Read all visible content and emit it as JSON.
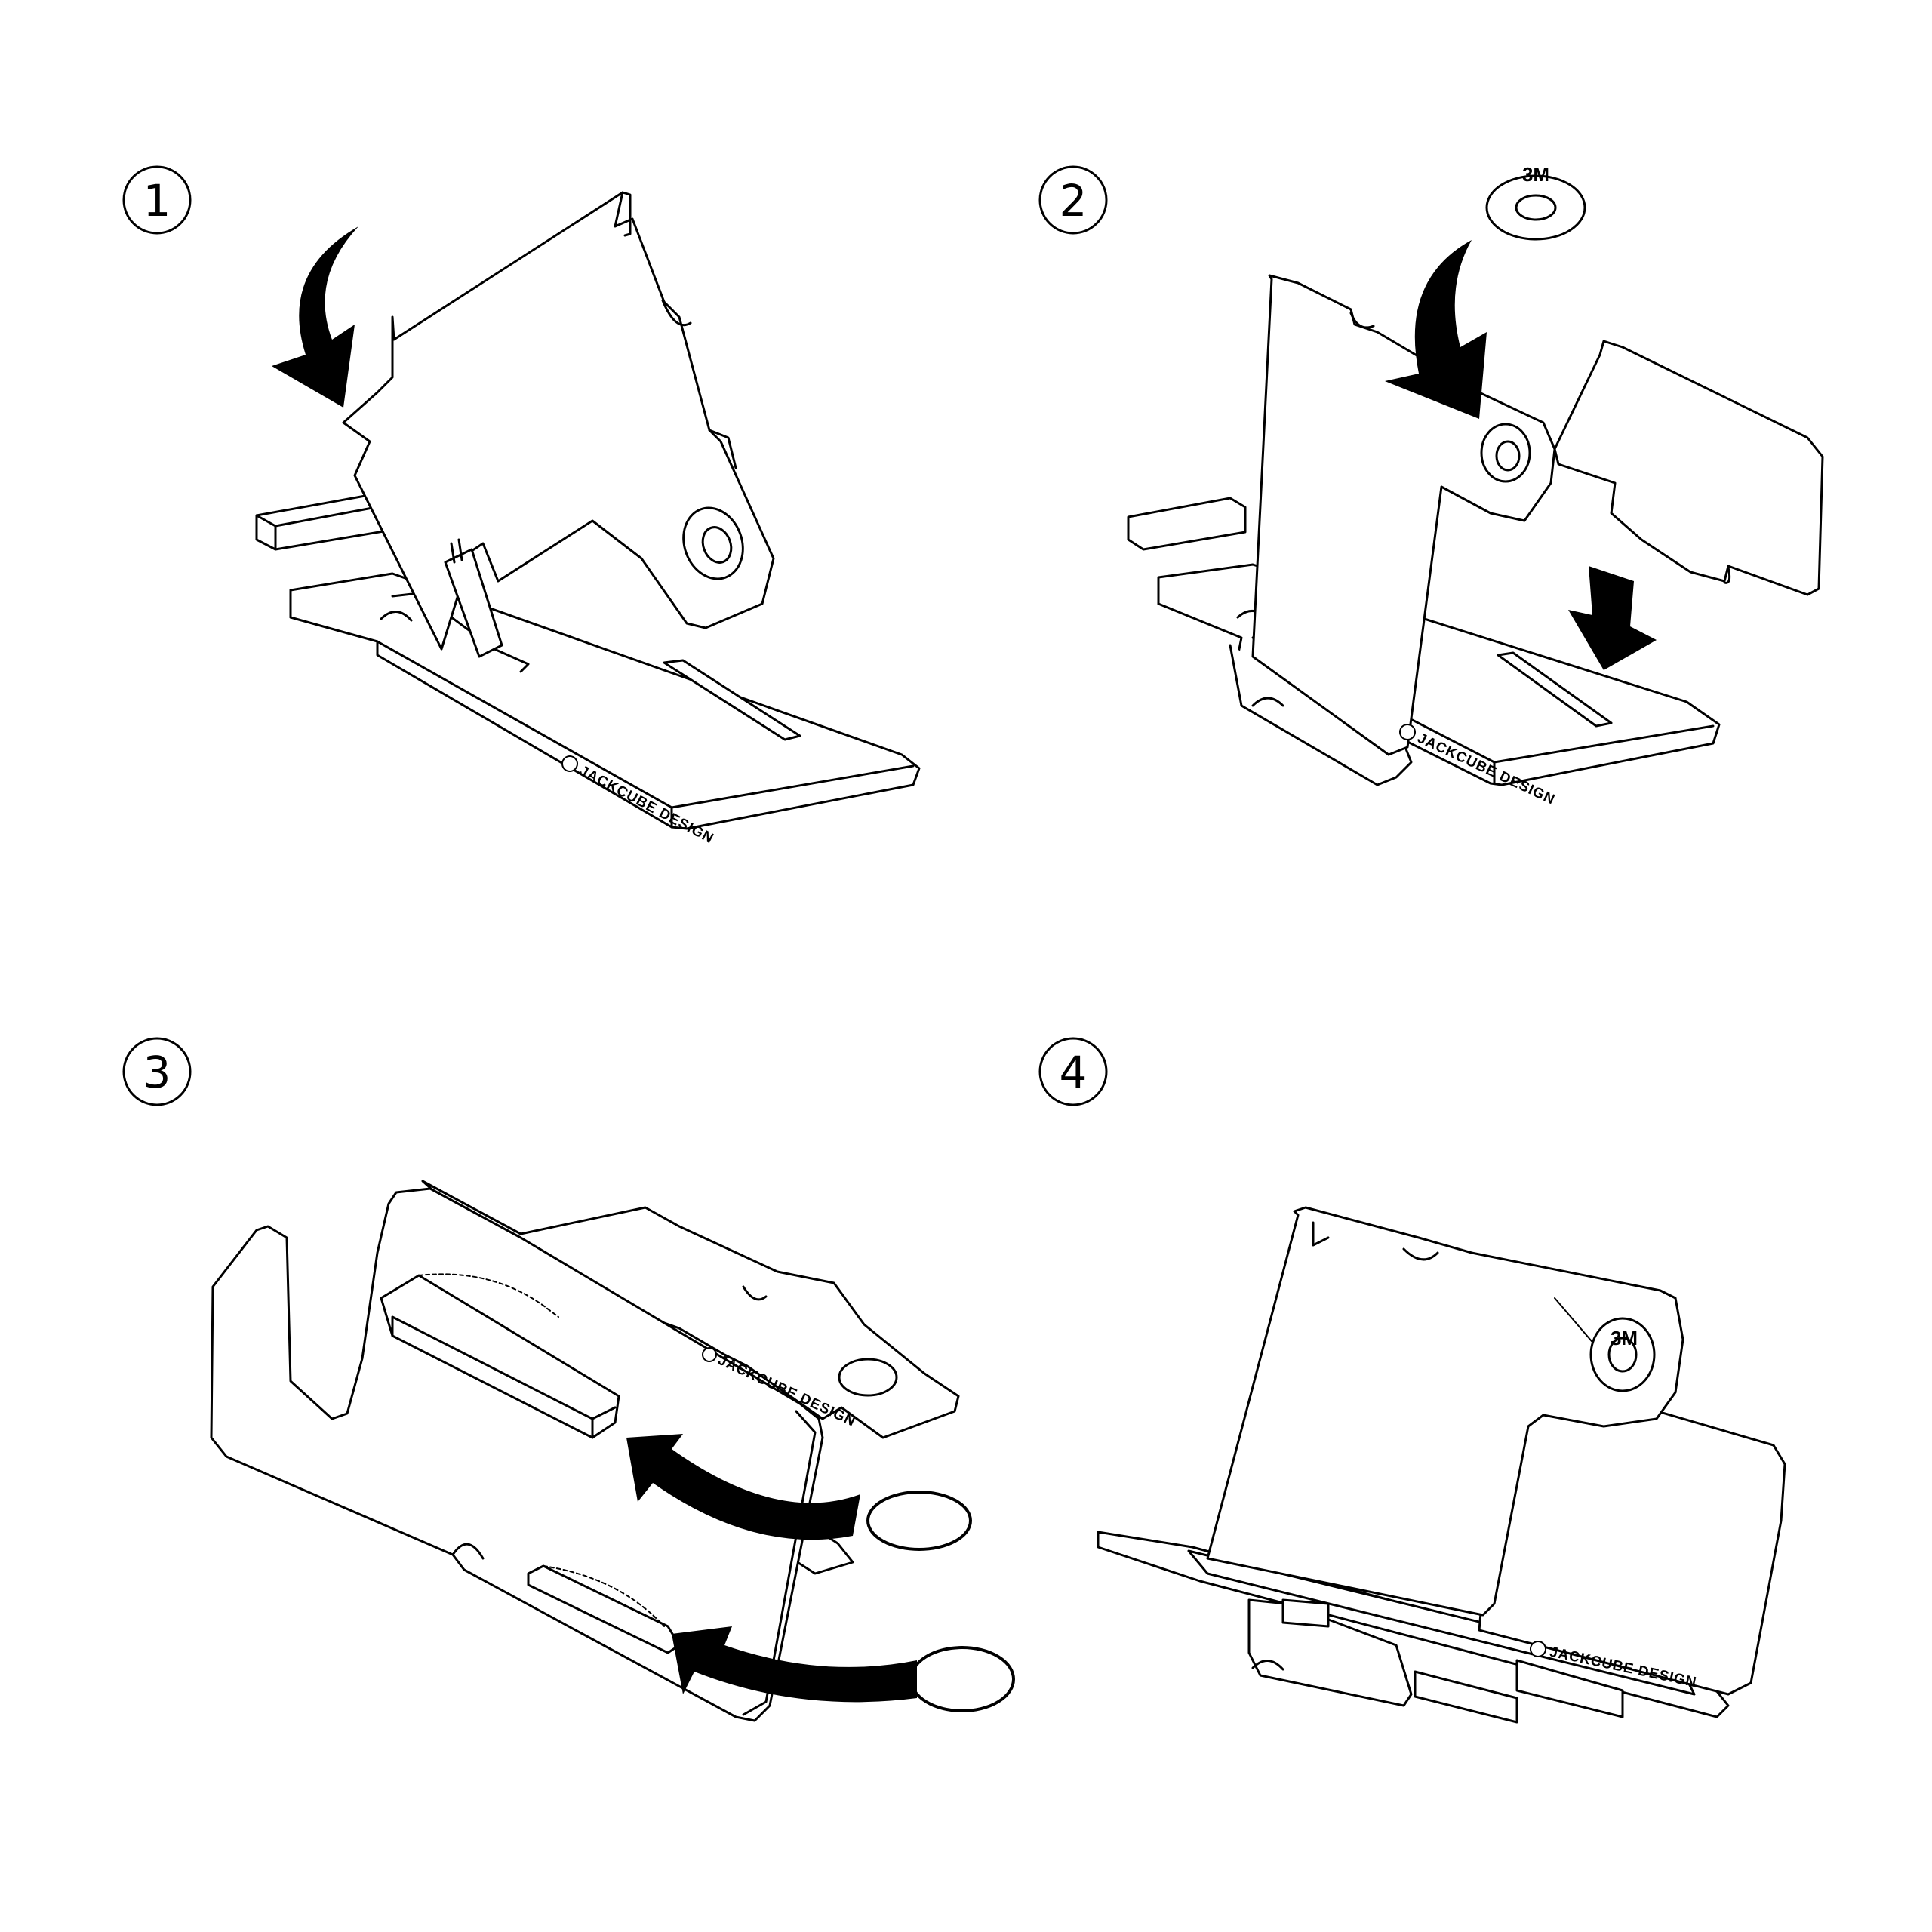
{
  "steps": [
    {
      "number": "1"
    },
    {
      "number": "2"
    },
    {
      "number": "3"
    },
    {
      "number": "4"
    }
  ],
  "branding": {
    "logo_text": "JACKCUBE DESIGN"
  },
  "adhesive_pad": {
    "text": "3M"
  },
  "colors": {
    "line": "#000000",
    "fill": "#ffffff",
    "arrow": "#000000"
  }
}
